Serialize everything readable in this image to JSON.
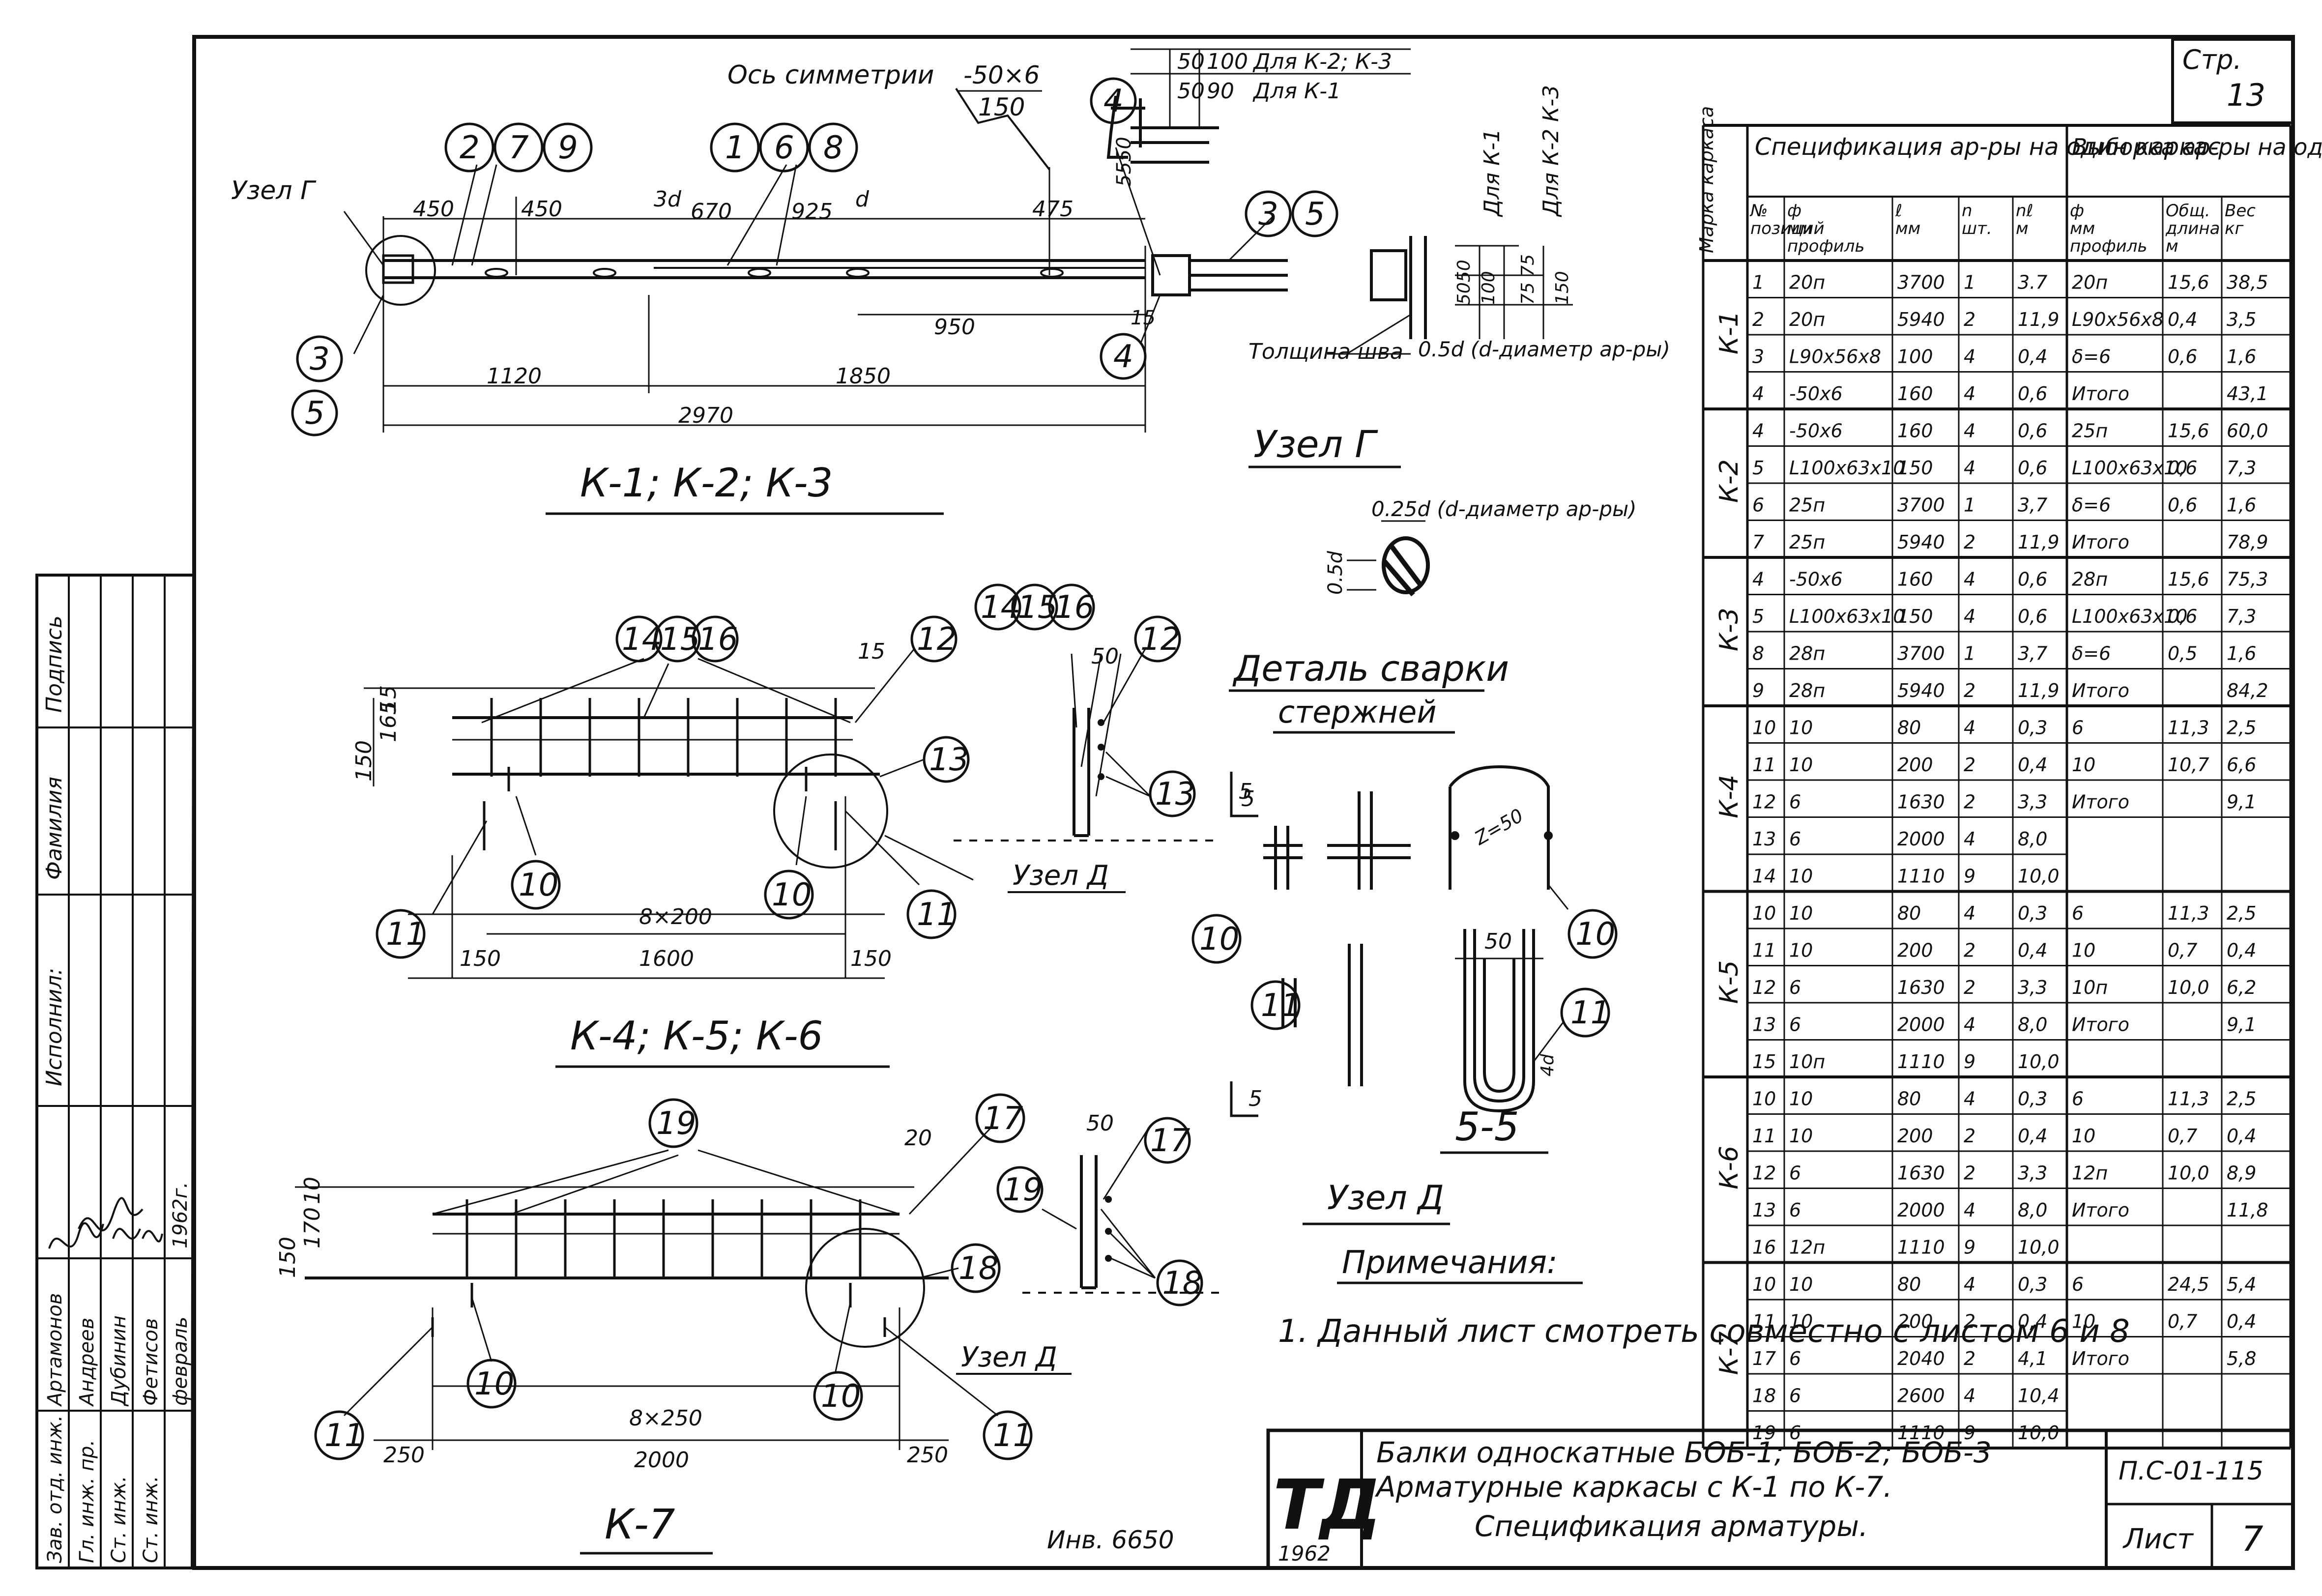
{
  "sheet": {
    "page_label": "Стр.",
    "page_no": "13"
  },
  "title_block": {
    "logo": "ТД",
    "year": "1962",
    "line1": "Балки односкатные БОБ-1; БОБ-2; БОБ-3",
    "line2": "Арматурные каркасы с К-1 по К-7.",
    "line3": "Спецификация арматуры.",
    "code": "П.С-01-115",
    "sheet_label": "Лист",
    "sheet_no": "7",
    "archive": "Инв. 6650"
  },
  "side_stamp": {
    "headers": [
      "Исполнил:",
      "Фамилия",
      "Подпись"
    ],
    "rows": [
      [
        "Зав. отд. инж.",
        "Артамонов"
      ],
      [
        "Гл. инж. пр.",
        "Андреев"
      ],
      [
        "Ст. инж.",
        "Дубинин"
      ],
      [
        "Ст. инж.",
        "Фетисов"
      ],
      [
        "",
        "февраль",
        "1962г."
      ]
    ]
  },
  "top_drawing": {
    "axis_label": "Ось симметрии",
    "plate_label_top": "-50×6",
    "plate_label_bottom": "150",
    "node_ref": "Узел Г",
    "caption": "К-1; К-2; К-3",
    "dims": [
      "450",
      "450",
      "3d",
      "670",
      "925",
      "d",
      "475",
      "950",
      "1120",
      "1850",
      "2970"
    ],
    "callouts_left": [
      "2",
      "7",
      "9"
    ],
    "callouts_mid": [
      "1",
      "6",
      "8"
    ],
    "callouts_end": [
      "3",
      "5"
    ]
  },
  "node_g": {
    "title": "Узел Г",
    "dim_rows": [
      [
        "50",
        "100",
        "Для К-2; К-3"
      ],
      [
        "50",
        "90",
        "Для К-1"
      ]
    ],
    "dim_small": [
      "5550",
      "15"
    ],
    "callouts": [
      "4",
      "3",
      "5",
      "4"
    ],
    "weld_note": "Толщина шва",
    "weld_size": "0.5d (d-диаметр ар-ры)",
    "side_labels": [
      "Для К-1",
      "Для К-2 К-3"
    ],
    "side_dims": [
      "5050",
      "100",
      "75 75",
      "150"
    ]
  },
  "weld_detail": {
    "top_label": "0.25d (d-диаметр ар-ры)",
    "side_dim": "0.5d",
    "title1": "Деталь сварки",
    "title2": "стержней"
  },
  "k456": {
    "caption": "К-4; К-5; К-6",
    "dims": [
      "15",
      "165",
      "150",
      "15",
      "50",
      "8×200",
      "150",
      "1600",
      "150"
    ],
    "callouts": [
      "14",
      "15",
      "16",
      "12",
      "13",
      "10",
      "11",
      "10",
      "11"
    ],
    "node_ref": "Узел Д",
    "side_callouts": [
      "14",
      "15",
      "16",
      "12",
      "13"
    ]
  },
  "k7": {
    "caption": "К-7",
    "dims": [
      "10",
      "170",
      "150",
      "20",
      "50",
      "8×250",
      "250",
      "2000",
      "250"
    ],
    "callouts": [
      "19",
      "17",
      "18",
      "10",
      "11",
      "10",
      "11"
    ],
    "node_ref": "Узел Д",
    "side_callouts": [
      "17",
      "19",
      "18"
    ]
  },
  "section": {
    "mark": "5",
    "title": "5-5",
    "dims": [
      "5",
      "Z=50",
      "50",
      "4d"
    ],
    "callouts": [
      "10",
      "11",
      "10",
      "11"
    ],
    "node_title": "Узел Д"
  },
  "notes": {
    "heading": "Примечания:",
    "items": [
      "1. Данный лист смотреть совместно с листом 6 и 8"
    ]
  },
  "table": {
    "head_mark": "Марка каркаса",
    "head_spec": "Спецификация ар-ры на один каркас",
    "head_sel": "Выборка ар-ры на один каркас",
    "cols": [
      "№ позиций",
      "ф мм профиль",
      "ℓ мм",
      "n шт.",
      "nℓ м",
      "ф мм профиль",
      "Общ. длина м",
      "Вес кг"
    ],
    "groups": [
      {
        "mark": "К-1",
        "rows": [
          [
            "1",
            "20п",
            "3700",
            "1",
            "3.7",
            "20п",
            "15,6",
            "38,5"
          ],
          [
            "2",
            "20п",
            "5940",
            "2",
            "11,9",
            "L90x56x8",
            "0,4",
            "3,5"
          ],
          [
            "3",
            "L90x56x8",
            "100",
            "4",
            "0,4",
            "δ=6",
            "0,6",
            "1,6"
          ],
          [
            "4",
            "-50x6",
            "160",
            "4",
            "0,6",
            "Итого",
            "",
            "43,1"
          ]
        ]
      },
      {
        "mark": "К-2",
        "rows": [
          [
            "4",
            "-50x6",
            "160",
            "4",
            "0,6",
            "25п",
            "15,6",
            "60,0"
          ],
          [
            "5",
            "L100x63x10",
            "150",
            "4",
            "0,6",
            "L100x63x10",
            "0,6",
            "7,3"
          ],
          [
            "6",
            "25п",
            "3700",
            "1",
            "3,7",
            "δ=6",
            "0,6",
            "1,6"
          ],
          [
            "7",
            "25п",
            "5940",
            "2",
            "11,9",
            "Итого",
            "",
            "78,9"
          ]
        ]
      },
      {
        "mark": "К-3",
        "rows": [
          [
            "4",
            "-50x6",
            "160",
            "4",
            "0,6",
            "28п",
            "15,6",
            "75,3"
          ],
          [
            "5",
            "L100x63x10",
            "150",
            "4",
            "0,6",
            "L100x63x10",
            "0,6",
            "7,3"
          ],
          [
            "8",
            "28п",
            "3700",
            "1",
            "3,7",
            "δ=6",
            "0,5",
            "1,6"
          ],
          [
            "9",
            "28п",
            "5940",
            "2",
            "11,9",
            "Итого",
            "",
            "84,2"
          ]
        ]
      },
      {
        "mark": "К-4",
        "rows": [
          [
            "10",
            "10",
            "80",
            "4",
            "0,3",
            "6",
            "11,3",
            "2,5"
          ],
          [
            "11",
            "10",
            "200",
            "2",
            "0,4",
            "10",
            "10,7",
            "6,6"
          ],
          [
            "12",
            "6",
            "1630",
            "2",
            "3,3",
            "Итого",
            "",
            "9,1"
          ],
          [
            "13",
            "6",
            "2000",
            "4",
            "8,0",
            "",
            "",
            ""
          ],
          [
            "14",
            "10",
            "1110",
            "9",
            "10,0",
            "",
            "",
            ""
          ]
        ]
      },
      {
        "mark": "К-5",
        "rows": [
          [
            "10",
            "10",
            "80",
            "4",
            "0,3",
            "6",
            "11,3",
            "2,5"
          ],
          [
            "11",
            "10",
            "200",
            "2",
            "0,4",
            "10",
            "0,7",
            "0,4"
          ],
          [
            "12",
            "6",
            "1630",
            "2",
            "3,3",
            "10п",
            "10,0",
            "6,2"
          ],
          [
            "13",
            "6",
            "2000",
            "4",
            "8,0",
            "Итого",
            "",
            "9,1"
          ],
          [
            "15",
            "10п",
            "1110",
            "9",
            "10,0",
            "",
            "",
            ""
          ]
        ]
      },
      {
        "mark": "К-6",
        "rows": [
          [
            "10",
            "10",
            "80",
            "4",
            "0,3",
            "6",
            "11,3",
            "2,5"
          ],
          [
            "11",
            "10",
            "200",
            "2",
            "0,4",
            "10",
            "0,7",
            "0,4"
          ],
          [
            "12",
            "6",
            "1630",
            "2",
            "3,3",
            "12п",
            "10,0",
            "8,9"
          ],
          [
            "13",
            "6",
            "2000",
            "4",
            "8,0",
            "Итого",
            "",
            "11,8"
          ],
          [
            "16",
            "12п",
            "1110",
            "9",
            "10,0",
            "",
            "",
            ""
          ]
        ]
      },
      {
        "mark": "К-7",
        "rows": [
          [
            "10",
            "10",
            "80",
            "4",
            "0,3",
            "6",
            "24,5",
            "5,4"
          ],
          [
            "11",
            "10",
            "200",
            "2",
            "0,4",
            "10",
            "0,7",
            "0,4"
          ],
          [
            "17",
            "6",
            "2040",
            "2",
            "4,1",
            "Итого",
            "",
            "5,8"
          ],
          [
            "18",
            "6",
            "2600",
            "4",
            "10,4",
            "",
            "",
            ""
          ],
          [
            "19",
            "6",
            "1110",
            "9",
            "10,0",
            "",
            "",
            ""
          ]
        ]
      }
    ]
  }
}
